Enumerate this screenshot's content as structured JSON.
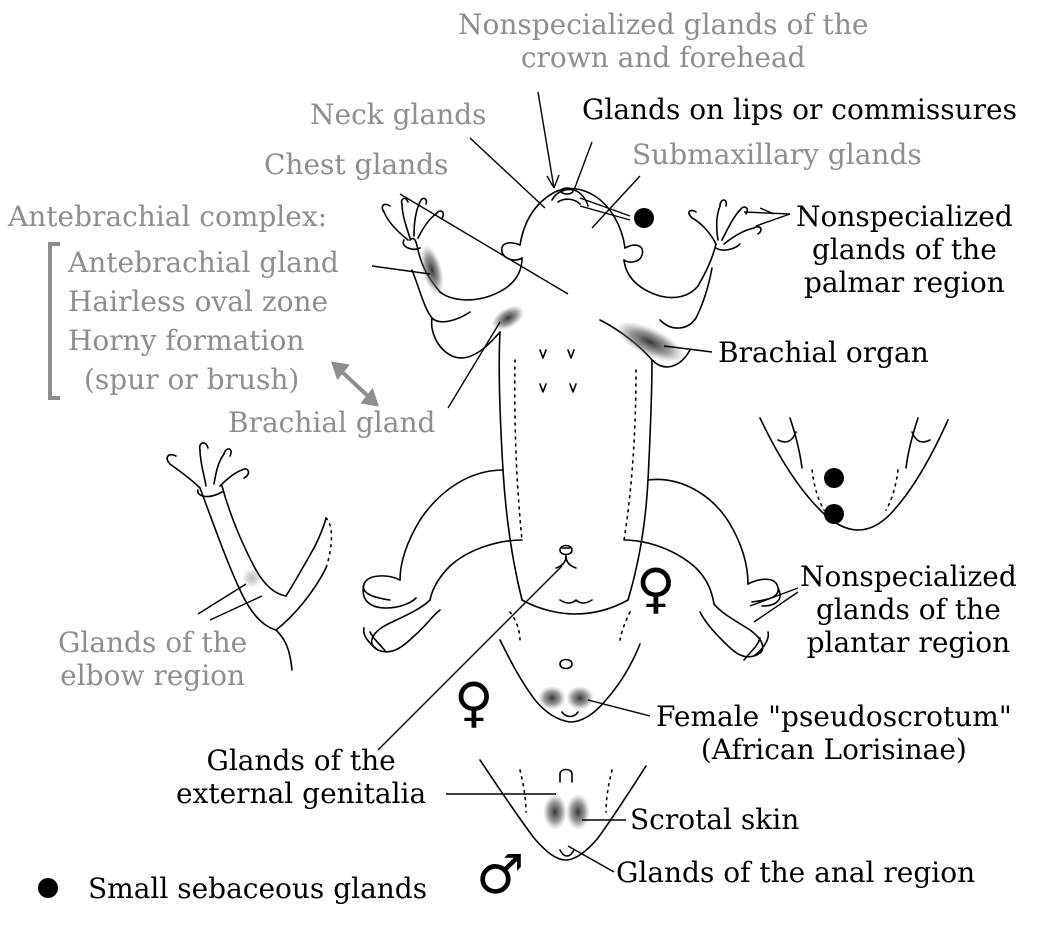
{
  "labels": {
    "crown_forehead": [
      "Nonspecialized glands of the",
      "crown and forehead"
    ],
    "neck": "Neck glands",
    "lips": "Glands on lips or commissures",
    "chest": "Chest glands",
    "submaxillary": "Submaxillary glands",
    "antebrachial_complex": {
      "title": "Antebrachial complex:",
      "items": [
        "Antebrachial gland",
        "Hairless oval zone",
        "Horny formation",
        "(spur or brush)"
      ]
    },
    "palmar": [
      "Nonspecialized",
      "glands of the",
      "palmar region"
    ],
    "brachial_organ": "Brachial organ",
    "brachial_gland": "Brachial gland",
    "plantar": [
      "Nonspecialized",
      "glands of the",
      "plantar region"
    ],
    "elbow": [
      "Glands of the",
      "elbow region"
    ],
    "pseudoscrotum": [
      "Female \"pseudoscrotum\"",
      "(African Lorisinae)"
    ],
    "external_genitalia": [
      "Glands of the",
      "external genitalia"
    ],
    "scrotal": "Scrotal skin",
    "anal": "Glands of the anal region",
    "legend": "Small sebaceous glands"
  },
  "symbols": {
    "female": "♀",
    "male": "♂"
  },
  "colors": {
    "grey_label": "#8e8e8e",
    "black_label": "#000000",
    "gland_shading": "#3a3a3a"
  }
}
